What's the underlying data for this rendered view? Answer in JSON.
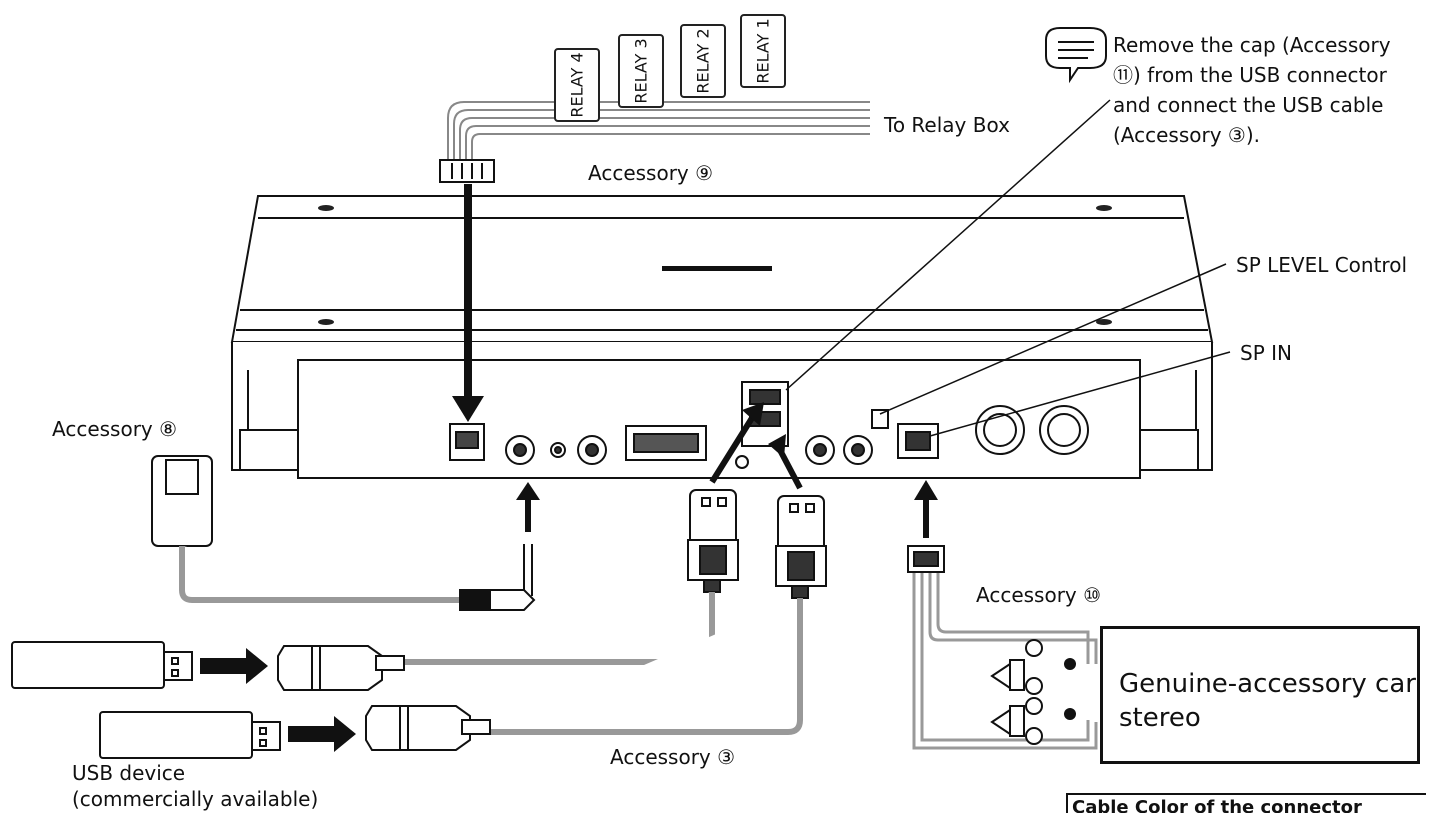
{
  "relays": [
    "RELAY 1",
    "RELAY 2",
    "RELAY 3",
    "RELAY 4"
  ],
  "labels": {
    "to_relay_box": "To Relay Box",
    "accessory_9": "Accessory ⑨",
    "accessory_8": "Accessory ⑧",
    "accessory_3": "Accessory ③",
    "accessory_10": "Accessory ⑩",
    "sp_level_control": "SP LEVEL Control",
    "sp_in": "SP IN",
    "usb_device_line1": "USB device",
    "usb_device_line2": "(commercially available)"
  },
  "note": {
    "line1": "Remove the cap (Accessory",
    "line2": "⑪) from the USB connector",
    "line3": "and connect the USB cable",
    "line4": "(Accessory ③)."
  },
  "stereo": {
    "label": "Genuine-accessory car stereo"
  },
  "cable_table_header": "Cable Color of the connector"
}
